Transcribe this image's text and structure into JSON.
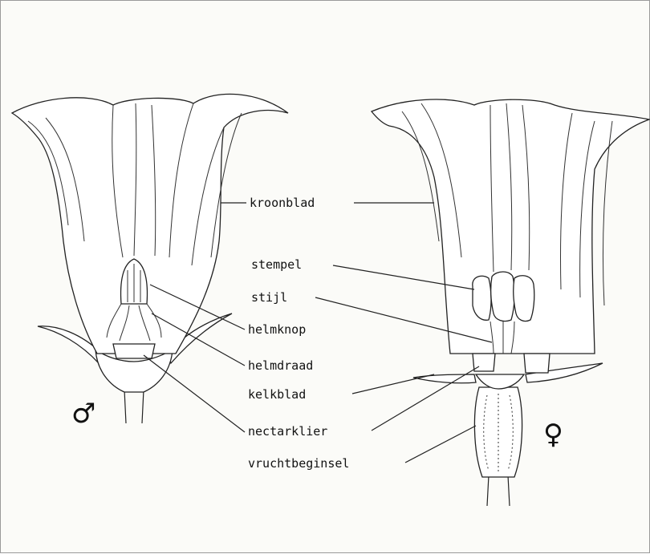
{
  "labels": {
    "kroonblad": "kroonblad",
    "stempel": "stempel",
    "stijl": "stijl",
    "helmknop": "helmknop",
    "helmdraad": "helmdraad",
    "kelkblad": "kelkblad",
    "nectarklier": "nectarklier",
    "vruchtbeginsel": "vruchtbeginsel"
  },
  "symbols": {
    "male": "♂",
    "female": "♀"
  }
}
